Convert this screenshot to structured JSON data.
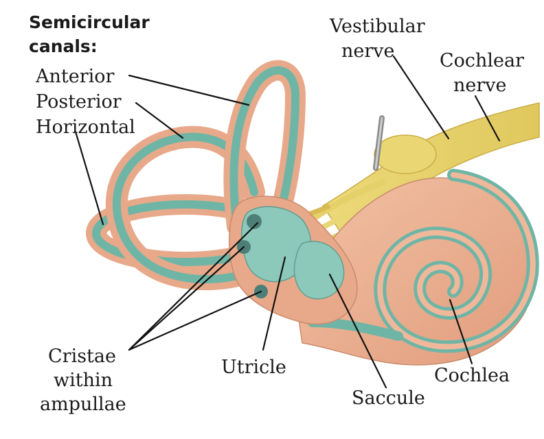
{
  "labels": {
    "semicircular_canals": "Semicircular",
    "semicircular_canals_2": "canals:",
    "anterior": "Anterior",
    "posterior": "Posterior",
    "horizontal": "Horizontal",
    "vestibular_nerve": "Vestibular",
    "vestibular_nerve_2": "nerve",
    "cochlear_nerve": "Cochlear",
    "cochlear_nerve_2": "nerve",
    "cristae": "Cristae",
    "cristae_2": "within",
    "cristae_3": "ampullae",
    "utricle": "Utricle",
    "saccule": "Saccule",
    "cochlea": "Cochlea"
  },
  "colors": {
    "tube_outer": "#e8a98a",
    "tube_inner": "#6fb5a6",
    "membrane": "#8cc9bb",
    "nerve": "#e3cf6a",
    "nerve_light": "#f1e49a",
    "leader": "#111111"
  }
}
